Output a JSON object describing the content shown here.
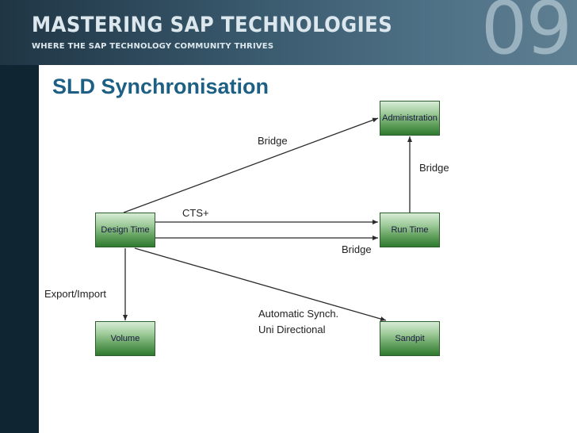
{
  "header": {
    "brand_title": "MASTERING SAP TECHNOLOGIES",
    "tagline": "WHERE THE SAP TECHNOLOGY COMMUNITY THRIVES",
    "issue_number": "09"
  },
  "slide": {
    "title": "SLD Synchronisation"
  },
  "nodes": {
    "administration": "Administration",
    "design_time": "Design Time",
    "run_time": "Run Time",
    "volume": "Volume",
    "sandpit": "Sandpit"
  },
  "edge_labels": {
    "bridge_top": "Bridge",
    "bridge_right": "Bridge",
    "cts_plus": "CTS+",
    "bridge_bottom": "Bridge",
    "export_import": "Export/Import",
    "automatic_synch": "Automatic Synch.",
    "uni_directional": "Uni Directional"
  },
  "colors": {
    "header_dark": "#1f3544",
    "sidebar": "#0f2531",
    "title": "#1e5f84",
    "node_green": "#5f9e5b",
    "arrow": "#2b2b2b"
  }
}
